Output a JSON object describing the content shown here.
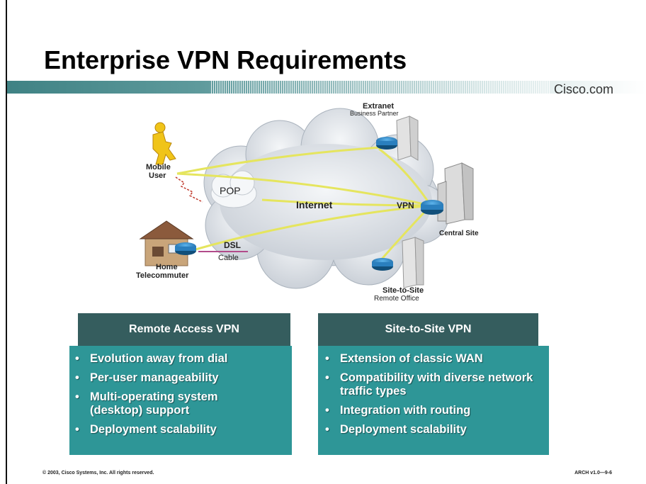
{
  "slide": {
    "title": "Enterprise VPN Requirements",
    "brand": "Cisco.com",
    "footer_left": "© 2003, Cisco Systems, Inc. All rights reserved.",
    "footer_right": "ARCH v1.0—9-6"
  },
  "diagram": {
    "labels": {
      "extranet": "Extranet",
      "business_partner": "Business Partner",
      "mobile": "Mobile",
      "user": "User",
      "pop": "POP",
      "internet": "Internet",
      "vpn": "VPN",
      "central_site": "Central Site",
      "dsl": "DSL",
      "cable": "Cable",
      "home": "Home",
      "telecommuter": "Telecommuter",
      "site_to_site": "Site-to-Site",
      "remote_office": "Remote Office"
    }
  },
  "boxes": {
    "remote": {
      "title": "Remote Access VPN",
      "items": [
        "Evolution away from dial",
        "Per-user manageability",
        "Multi-operating system (desktop) support",
        "Deployment scalability"
      ]
    },
    "site": {
      "title": "Site-to-Site VPN",
      "items": [
        "Extension of classic WAN",
        "Compatibility with diverse network traffic types",
        "Integration with routing",
        "Deployment scalability"
      ]
    }
  },
  "colors": {
    "box_header": "#355d5e",
    "box_body": "#2e9697",
    "banner": "#3f8284"
  },
  "icons": {
    "bullet": "•"
  }
}
